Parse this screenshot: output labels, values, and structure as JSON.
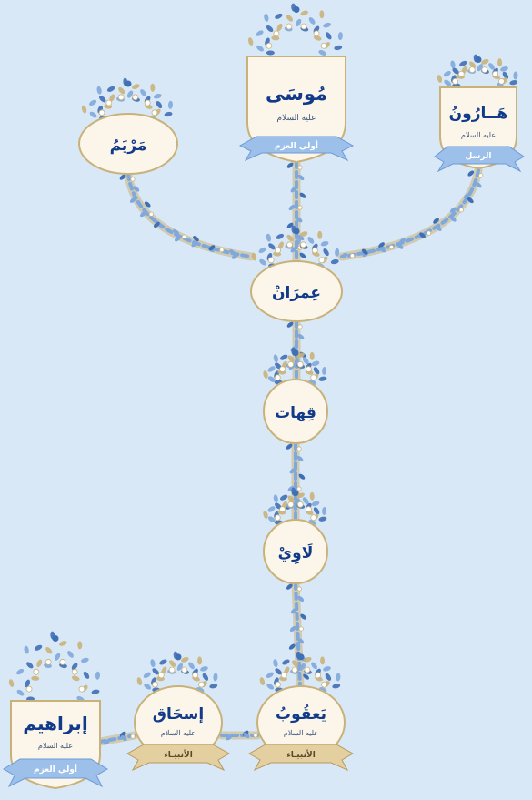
{
  "colors": {
    "background": "#d9e8f7",
    "vine_blue": "#7fa8dc",
    "vine_dark": "#3f6fb5",
    "vine_gold": "#c9b27a",
    "node_fill": "#fbf6e9",
    "node_stroke": "#c9b27a",
    "label": "#123a8a",
    "ribbon_blue": "#9cc0ea",
    "ribbon_gold": "#e3cfa0"
  },
  "honorific": "عليه السلام",
  "nodes": {
    "musa": {
      "name": "مُوسَى",
      "title": "أولي العزم"
    },
    "harun": {
      "name": "هَــارُونُ",
      "title": "الرسل"
    },
    "maryam": {
      "name": "مَرْيَمُ"
    },
    "imran": {
      "name": "عِمرَانْ"
    },
    "qahat": {
      "name": "قِهات"
    },
    "lawi": {
      "name": "لَاوِيْ"
    },
    "yaqub": {
      "name": "يَعقُوبُ",
      "title": "الأنبيـاء"
    },
    "ishaq": {
      "name": "إسحَاق",
      "title": "الأنبيـاء"
    },
    "ibrahim": {
      "name": "إبراهيم",
      "title": "أولي العزم"
    }
  }
}
